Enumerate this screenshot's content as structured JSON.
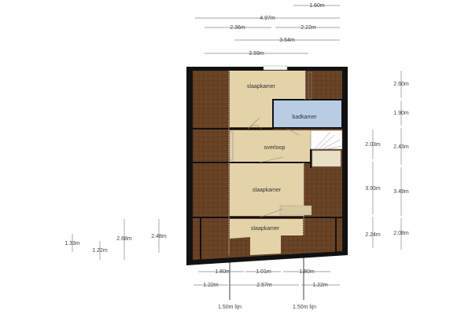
{
  "rooms": {
    "bedroom_top": "slaapkamer",
    "bathroom": "badkamer",
    "landing": "overloop",
    "bedroom_middle": "slaapkamer",
    "bedroom_bottom": "slaapkamer"
  },
  "dimensions_top": [
    "1.60m",
    "4.97m",
    "2.36m",
    "2.22m",
    "3.64m",
    "3.59m"
  ],
  "dimensions_bottom": [
    "1.80m",
    "1.01m",
    "1.80m",
    "1.22m",
    "2.57m",
    "1.22m"
  ],
  "height_lines": [
    "1.50m lijn",
    "1.50m lijn"
  ],
  "dimensions_right_outer": [
    "2.60m",
    "1.90m",
    "2.43m",
    "3.49m",
    "2.08m"
  ],
  "dimensions_right_inner": [
    "2.03m",
    "3.93m",
    "2.24m"
  ],
  "dimensions_left": [
    "1.33m",
    "1.22m",
    "2.68m",
    "2.48m"
  ],
  "colors": {
    "wall": "#111111",
    "attic": "#6b4426",
    "floor": "#e4d3a8",
    "bathroom": "#b8cce4"
  }
}
